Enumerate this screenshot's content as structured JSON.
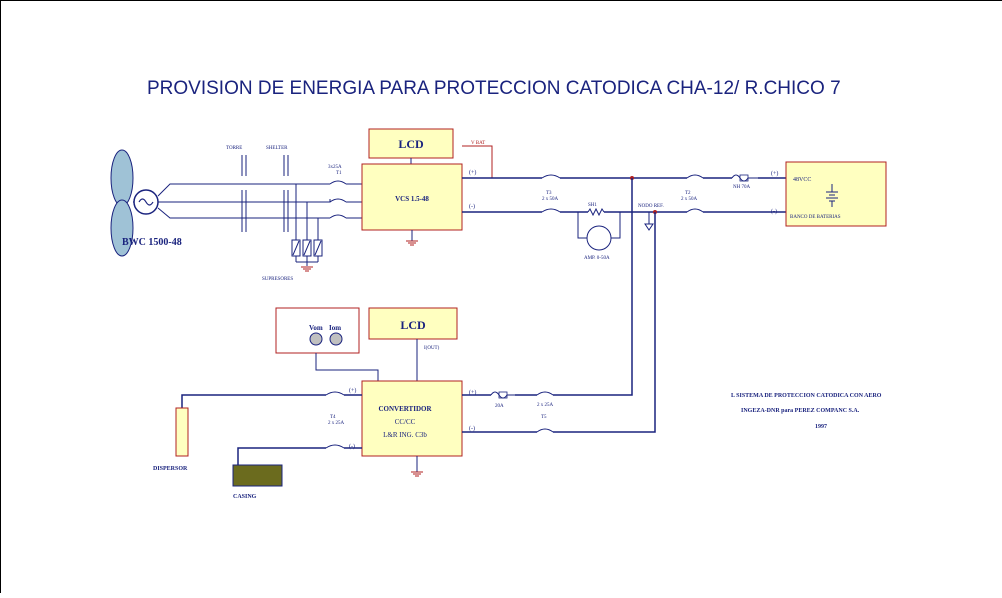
{
  "title": "PROVISION DE ENERGIA PARA PROTECCION CATODICA CHA-12/ R.CHICO 7",
  "colors": {
    "wire": "#1a237e",
    "box_fill": "#ffffc0",
    "box_border": "#b02020",
    "label_red": "#b02020",
    "label_blue": "#1a237e",
    "turbine_blade": "#9fc2d6",
    "ground": "#b02020",
    "casing_fill": "#6b6b1e"
  },
  "turbine": {
    "label": "BWC 1500-48"
  },
  "labels": {
    "torre": "TORRE",
    "shelter": "SHELTER",
    "fuse_3x25": "3x25A",
    "t1": "T1",
    "supresores": "SUPRESORES",
    "lcd_top": "LCD",
    "vbat": "V BAT",
    "vcs": "VCS 1.5-48",
    "plus": "(+)",
    "minus": "(-)",
    "t3": "T3",
    "t3_rating": "2 x 50A",
    "sh1": "SH1",
    "amp": "AMP. 0-50A",
    "nodo_ref": "NODO REF.",
    "t2": "T2",
    "t2_rating": "2 x 50A",
    "nh": "NH 70A",
    "battery_voltage": "48VCC",
    "battery_bank": "BANCO DE BATERIAS",
    "meter_vom": "Vom",
    "meter_iom": "Iom",
    "lcd_bottom": "LCD",
    "iout": "I(OUT)",
    "conv_line1": "CONVERTIDOR",
    "conv_line2": "CC/CC",
    "conv_line3": "L&R ING. C3b",
    "t4": "T4",
    "t4_rating": "2 x 25A",
    "fuse_20a": "20A",
    "t5_rating": "2 x 25A",
    "t5": "T5",
    "dispersor": "DISPERSOR",
    "casing": "CASING"
  },
  "footer": {
    "line1": "L SISTEMA DE PROTECCION CATODICA CON AERO",
    "line2": "INGEZA-DNR para PEREZ COMPANC S.A.",
    "line3": "1997"
  }
}
